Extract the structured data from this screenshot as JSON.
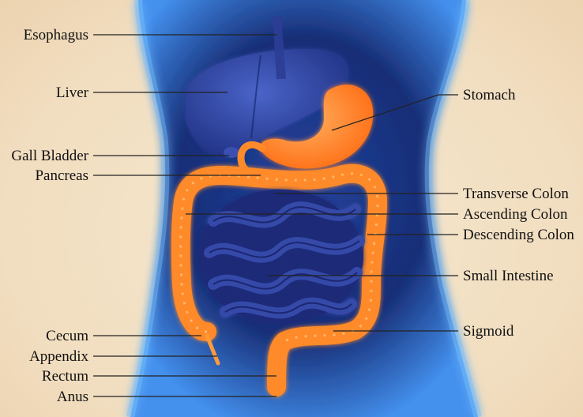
{
  "diagram": {
    "left_labels": {
      "esophagus": "Esophagus",
      "liver": "Liver",
      "gall_bladder": "Gall Bladder",
      "pancreas": "Pancreas",
      "cecum": "Cecum",
      "appendix": "Appendix",
      "rectum": "Rectum",
      "anus": "Anus"
    },
    "right_labels": {
      "stomach": "Stomach",
      "transverse_colon": "Transverse Colon",
      "ascending_colon": "Ascending Colon",
      "descending_colon": "Descending Colon",
      "small_intestine": "Small Intestine",
      "sigmoid": "Sigmoid"
    },
    "colors": {
      "background": "#f3e2c6",
      "torso_glow": "#4fa3ff",
      "torso_body": "#0d2a78",
      "organ_blue": "#2b3f8f",
      "intestine_dark": "#1a2670",
      "colon_orange": "#ff8a2a",
      "stomach_orange": "#ff7a1a",
      "leader_line": "#222222"
    }
  }
}
